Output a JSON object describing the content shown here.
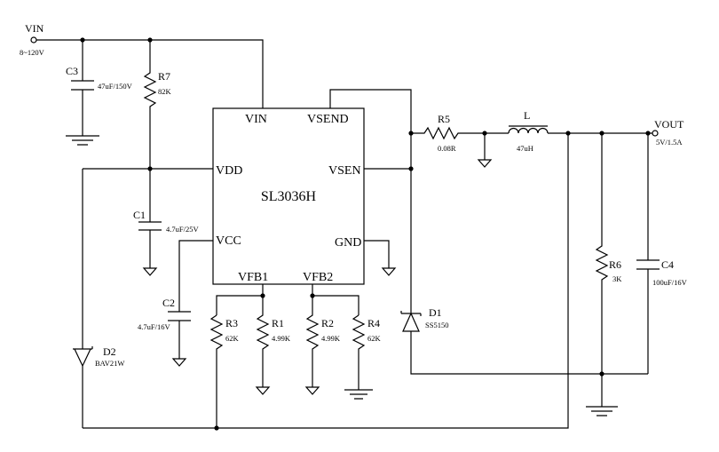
{
  "chip": {
    "name": "SL3036H",
    "pins": {
      "vin": "VIN",
      "vsend": "VSEND",
      "vdd": "VDD",
      "vsen": "VSEN",
      "vcc": "VCC",
      "gnd": "GND",
      "vfb1": "VFB1",
      "vfb2": "VFB2"
    }
  },
  "nets": {
    "vin": "VIN",
    "vin_range": "8~120V",
    "vout": "VOUT",
    "vout_spec": "5V/1.5A"
  },
  "components": {
    "c3": {
      "ref": "C3",
      "value": "47uF/150V"
    },
    "r7": {
      "ref": "R7",
      "value": "82K"
    },
    "c1": {
      "ref": "C1",
      "value": "4.7uF/25V"
    },
    "c2": {
      "ref": "C2",
      "value": "4.7uF/16V"
    },
    "r3": {
      "ref": "R3",
      "value": "62K"
    },
    "r1": {
      "ref": "R1",
      "value": "4.99K"
    },
    "r2": {
      "ref": "R2",
      "value": "4.99K"
    },
    "r4": {
      "ref": "R4",
      "value": "62K"
    },
    "r5": {
      "ref": "R5",
      "value": "0.08R"
    },
    "l": {
      "ref": "L",
      "value": "47uH"
    },
    "d1": {
      "ref": "D1",
      "value": "SS5150"
    },
    "d2": {
      "ref": "D2",
      "value": "BAV21W"
    },
    "r6": {
      "ref": "R6",
      "value": "3K"
    },
    "c4": {
      "ref": "C4",
      "value": "100uF/16V"
    }
  }
}
